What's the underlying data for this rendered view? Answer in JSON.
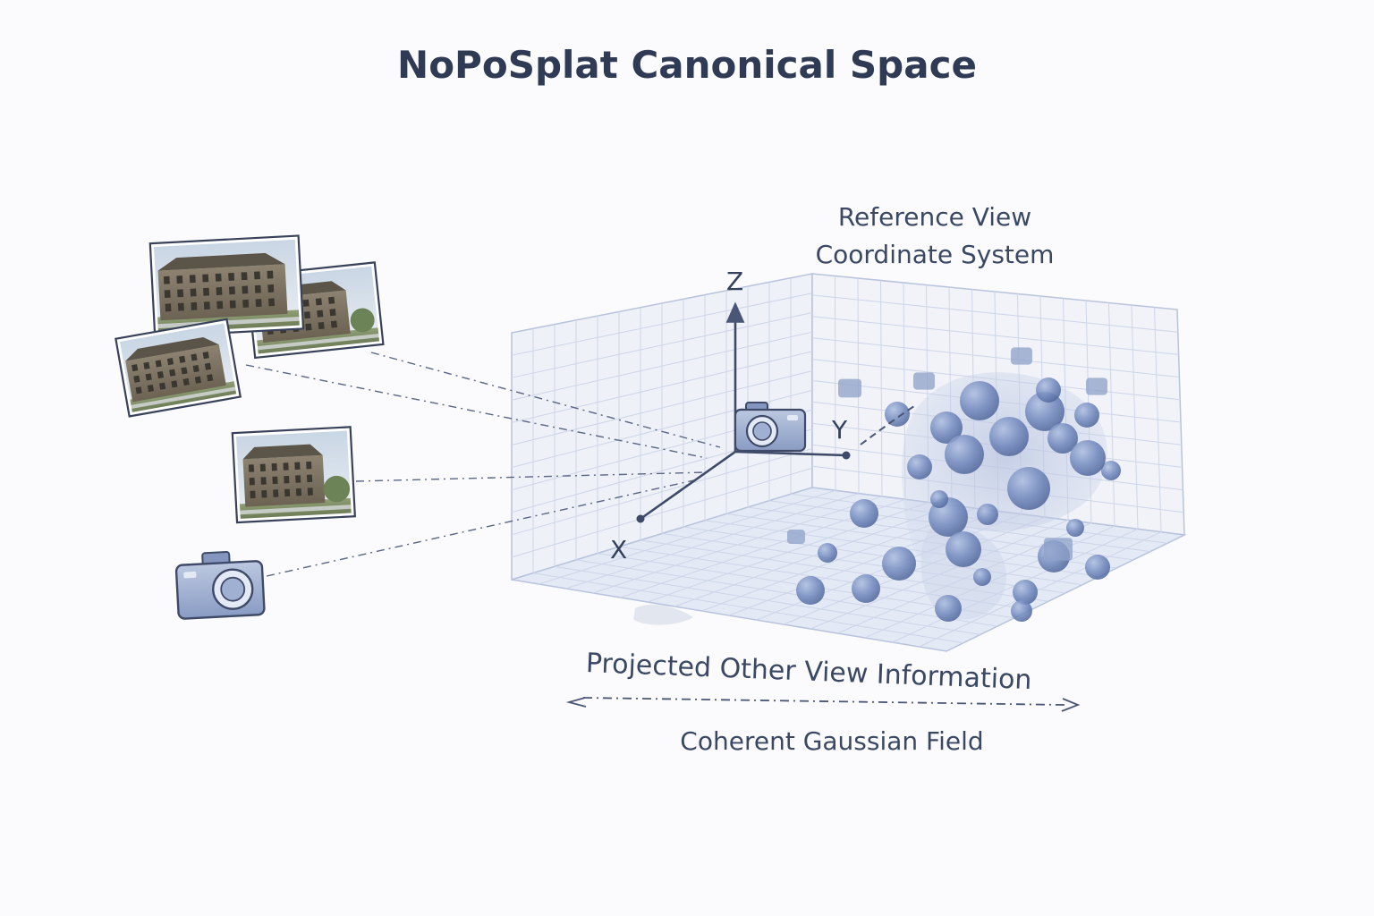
{
  "title": "NoPoSplat Canonical Space",
  "reference_label": {
    "line1": "Reference View",
    "line2": "Coordinate System"
  },
  "axes": {
    "x": "X",
    "y": "Y",
    "z": "Z"
  },
  "projected_label": "Projected Other View Information",
  "field_label": "Coherent Gaussian Field",
  "icons": [
    "building-photo-icon",
    "camera-icon",
    "gaussian-sphere-icon",
    "grid-box-icon"
  ],
  "colors": {
    "text": "#3b4863",
    "accent": "#5b74a8",
    "grid": "#c9d2e6",
    "background": "#fbfbfd"
  }
}
